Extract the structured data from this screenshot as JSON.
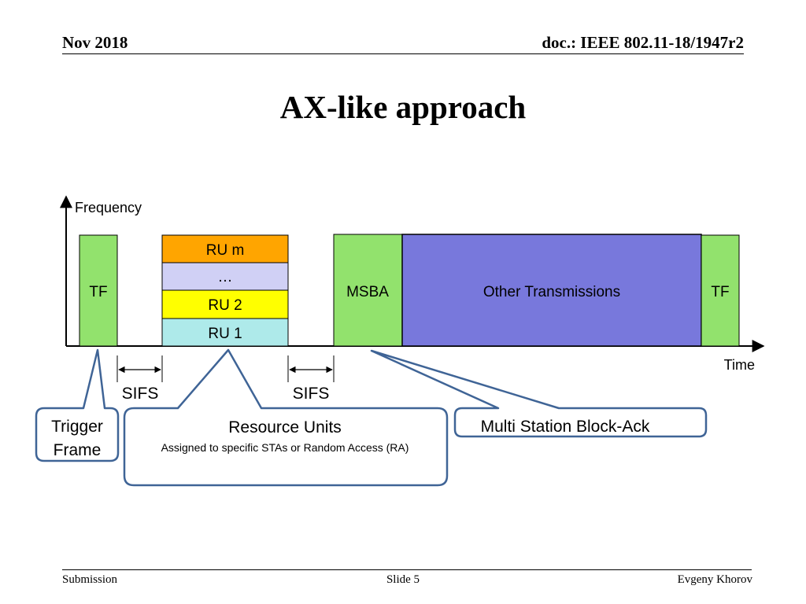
{
  "header": {
    "date": "Nov 2018",
    "doc": "doc.: IEEE 802.11-18/1947r2"
  },
  "title": "AX-like approach",
  "diagram": {
    "y_axis_label": "Frequency",
    "x_axis_label": "Time",
    "blocks": {
      "tf_left": "TF",
      "ru_m": "RU m",
      "ru_dots": "…",
      "ru_2": "RU 2",
      "ru_1": "RU 1",
      "msba": "MSBA",
      "other": "Other Transmissions",
      "tf_right": "TF"
    },
    "sifs_1": "SIFS",
    "sifs_2": "SIFS",
    "callouts": {
      "trigger_line1": "Trigger",
      "trigger_line2": "Frame",
      "ru_title": "Resource Units",
      "ru_subtitle": "Assigned to specific STAs or  Random Access (RA)",
      "msba": "Multi Station Block-Ack"
    },
    "colors": {
      "tf_green": "#92e26d",
      "ru_orange": "#ffa500",
      "ru_lavender": "#d0d0f5",
      "ru_yellow": "#ffff00",
      "ru_cyan": "#aeeaea",
      "other_blue": "#7878dc",
      "callout_border": "#3f6496"
    }
  },
  "footer": {
    "left": "Submission",
    "center": "Slide 5",
    "right": "Evgeny Khorov"
  }
}
